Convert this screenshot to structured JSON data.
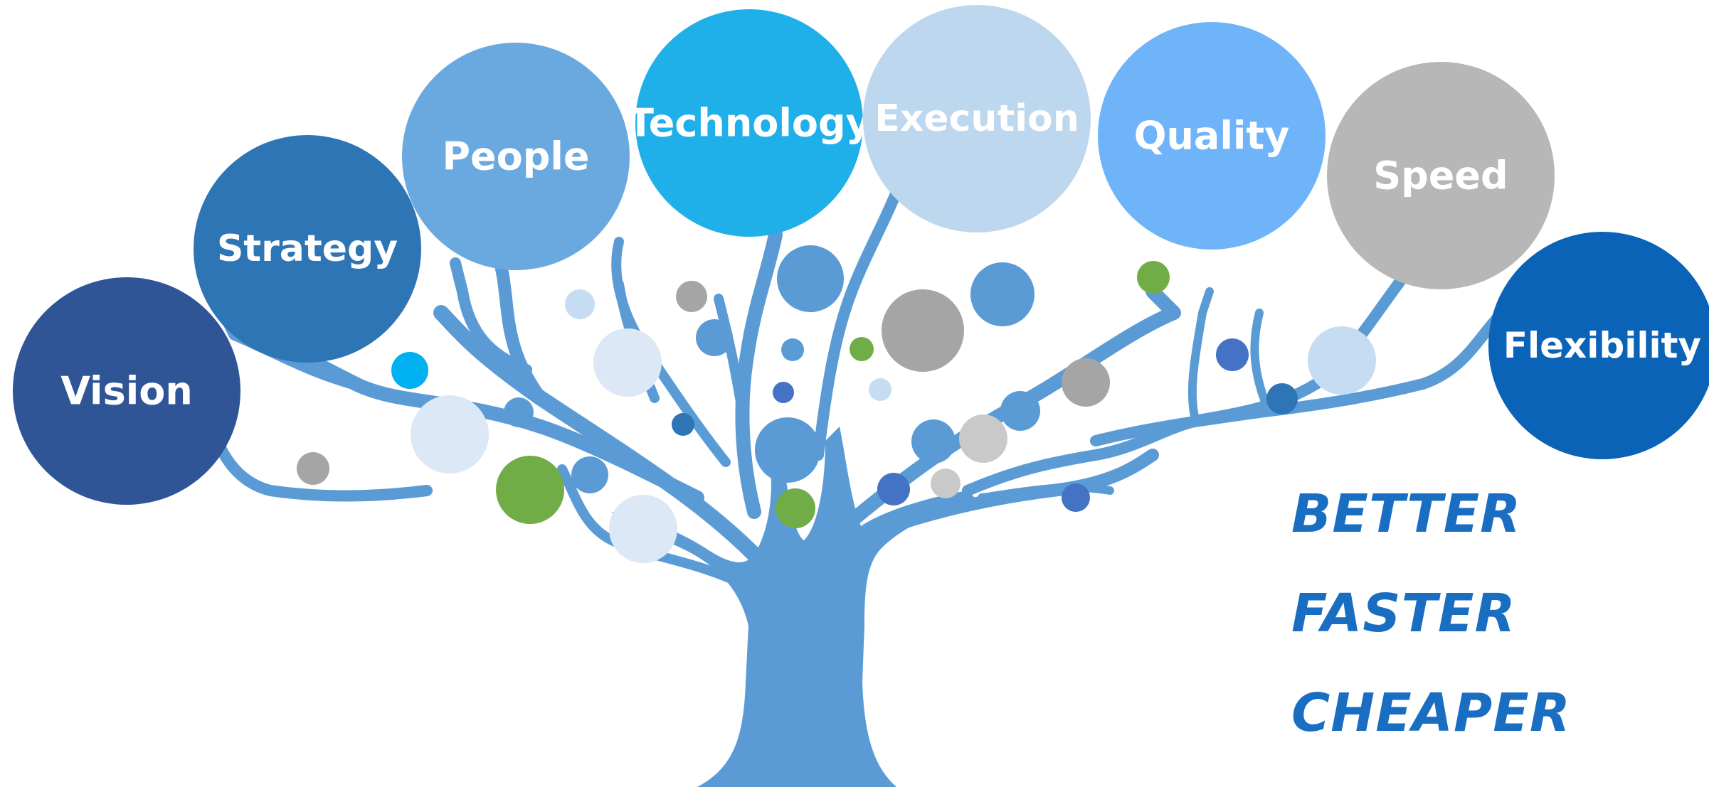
{
  "nodes": [
    {
      "label": "Vision",
      "color": "#2f5597"
    },
    {
      "label": "Strategy",
      "color": "#2e75b6"
    },
    {
      "label": "People",
      "color": "#6aa9e0"
    },
    {
      "label": "Technology",
      "color": "#1fb0ea"
    },
    {
      "label": "Execution",
      "color": "#bdd7ee"
    },
    {
      "label": "Quality",
      "color": "#6fb3f9"
    },
    {
      "label": "Speed",
      "color": "#b7b7b7"
    },
    {
      "label": "Flexibility",
      "color": "#0a63b7"
    }
  ],
  "taglines": [
    "BETTER",
    "FASTER",
    "CHEAPER"
  ],
  "colors": {
    "tree": "#5b9bd5",
    "tagline": "#1a6ec2",
    "dot_green": "#70ad47",
    "dot_gray": "#a5a5a5",
    "dot_light": "#dce8f5",
    "dot_blue": "#4472c4"
  }
}
